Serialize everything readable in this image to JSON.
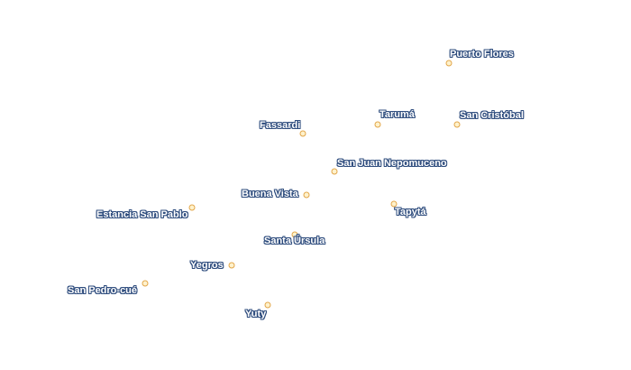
{
  "map": {
    "marker_fill": "#fff2cc",
    "marker_stroke": "#e2a64a",
    "label_color": "#ffffff",
    "label_halo": "#2f4d7e",
    "places": [
      {
        "id": "puerto-flores",
        "name": "Puerto Flores"
      },
      {
        "id": "taruma",
        "name": "Tarumá"
      },
      {
        "id": "san-cristobal",
        "name": "San Cristóbal"
      },
      {
        "id": "fassardi",
        "name": "Fassardi"
      },
      {
        "id": "san-juan",
        "name": "San Juan Nepomuceno"
      },
      {
        "id": "buena-vista",
        "name": "Buena Vista"
      },
      {
        "id": "estancia",
        "name": "Estancia San Pablo"
      },
      {
        "id": "tapyta",
        "name": "Tapytá"
      },
      {
        "id": "santa-ursula",
        "name": "Santa Úrsula"
      },
      {
        "id": "yegros",
        "name": "Yegros"
      },
      {
        "id": "san-pedro",
        "name": "San Pedro-cué"
      },
      {
        "id": "yuty",
        "name": "Yuty"
      }
    ]
  }
}
